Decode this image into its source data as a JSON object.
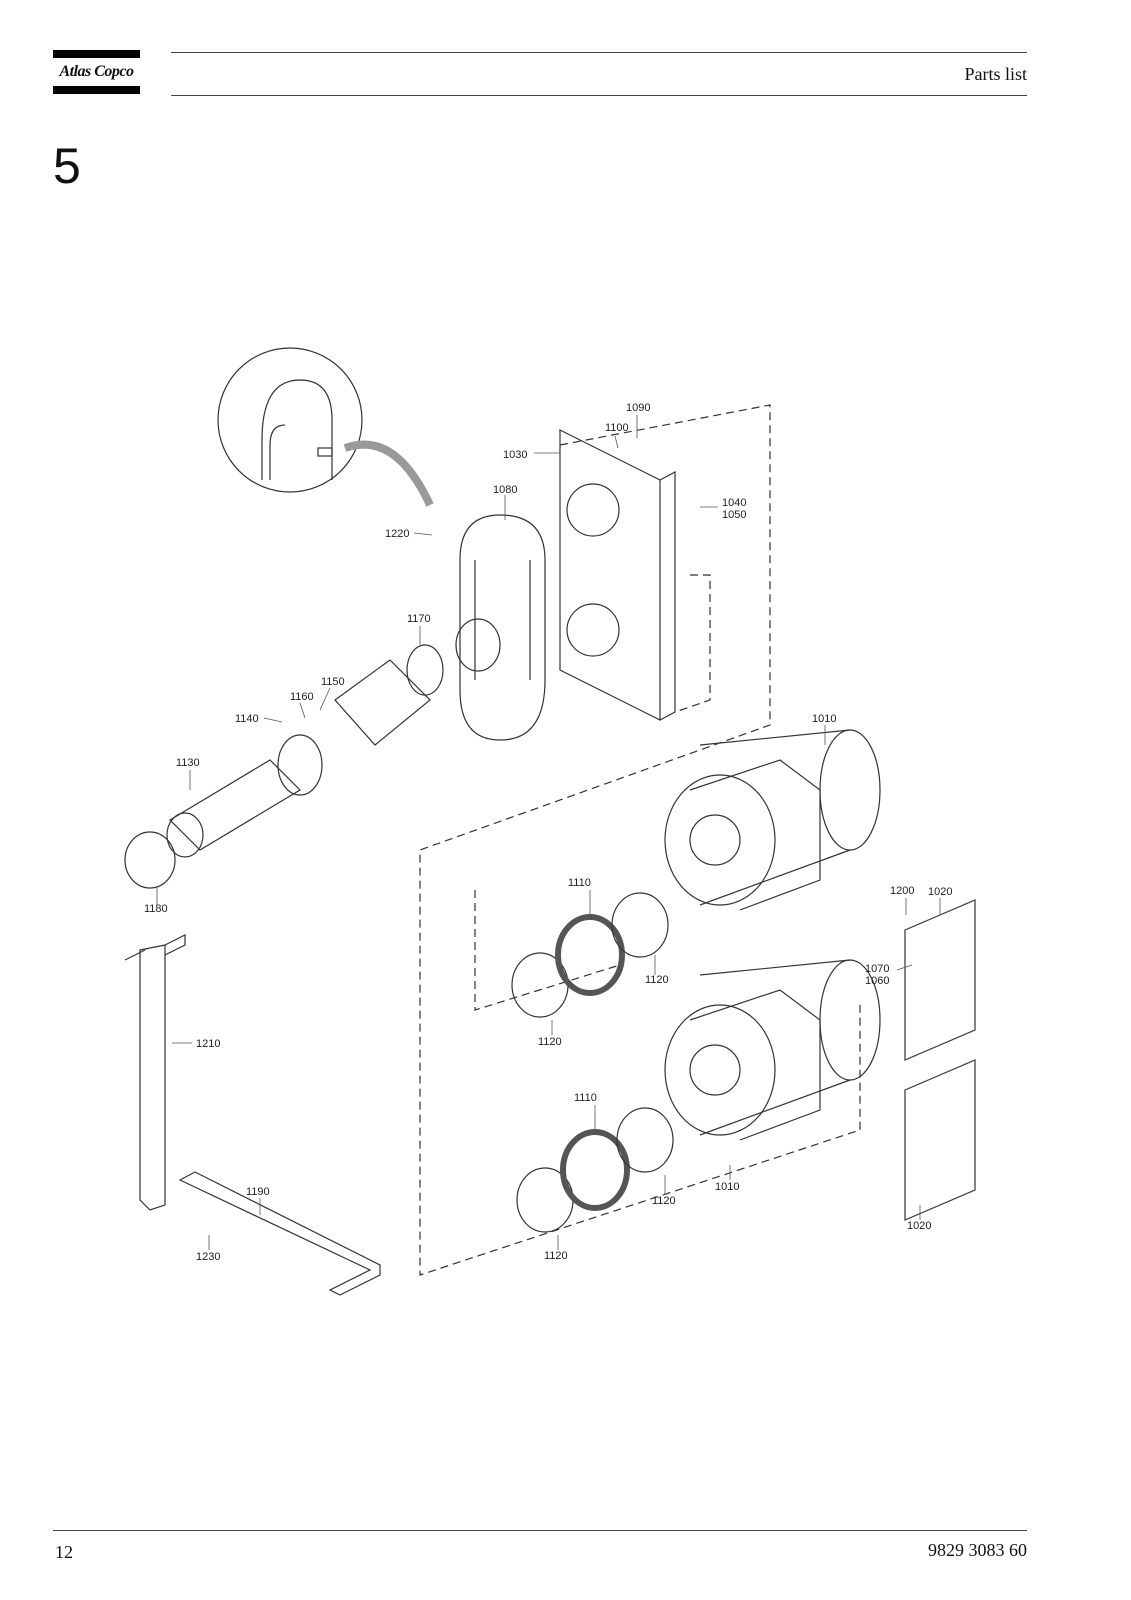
{
  "header": {
    "brand": "Atlas Copco",
    "section": "Parts list"
  },
  "chapter": "5",
  "callouts": {
    "p1010a": "1010",
    "p1010b": "1010",
    "p1020a": "1020",
    "p1020b": "1020",
    "p1030": "1030",
    "p1040": "1040",
    "p1050": "1050",
    "p1060": "1060",
    "p1070": "1070",
    "p1080": "1080",
    "p1090": "1090",
    "p1100": "1100",
    "p1110a": "1110",
    "p1110b": "1110",
    "p1120a": "1120",
    "p1120b": "1120",
    "p1120c": "1120",
    "p1120d": "1120",
    "p1130": "1130",
    "p1140": "1140",
    "p1150": "1150",
    "p1160": "1160",
    "p1170": "1170",
    "p1180": "1180",
    "p1190": "1190",
    "p1200": "1200",
    "p1210": "1210",
    "p1220": "1220",
    "p1230": "1230"
  },
  "footer": {
    "page": "12",
    "document_number": "9829 3083 60"
  }
}
